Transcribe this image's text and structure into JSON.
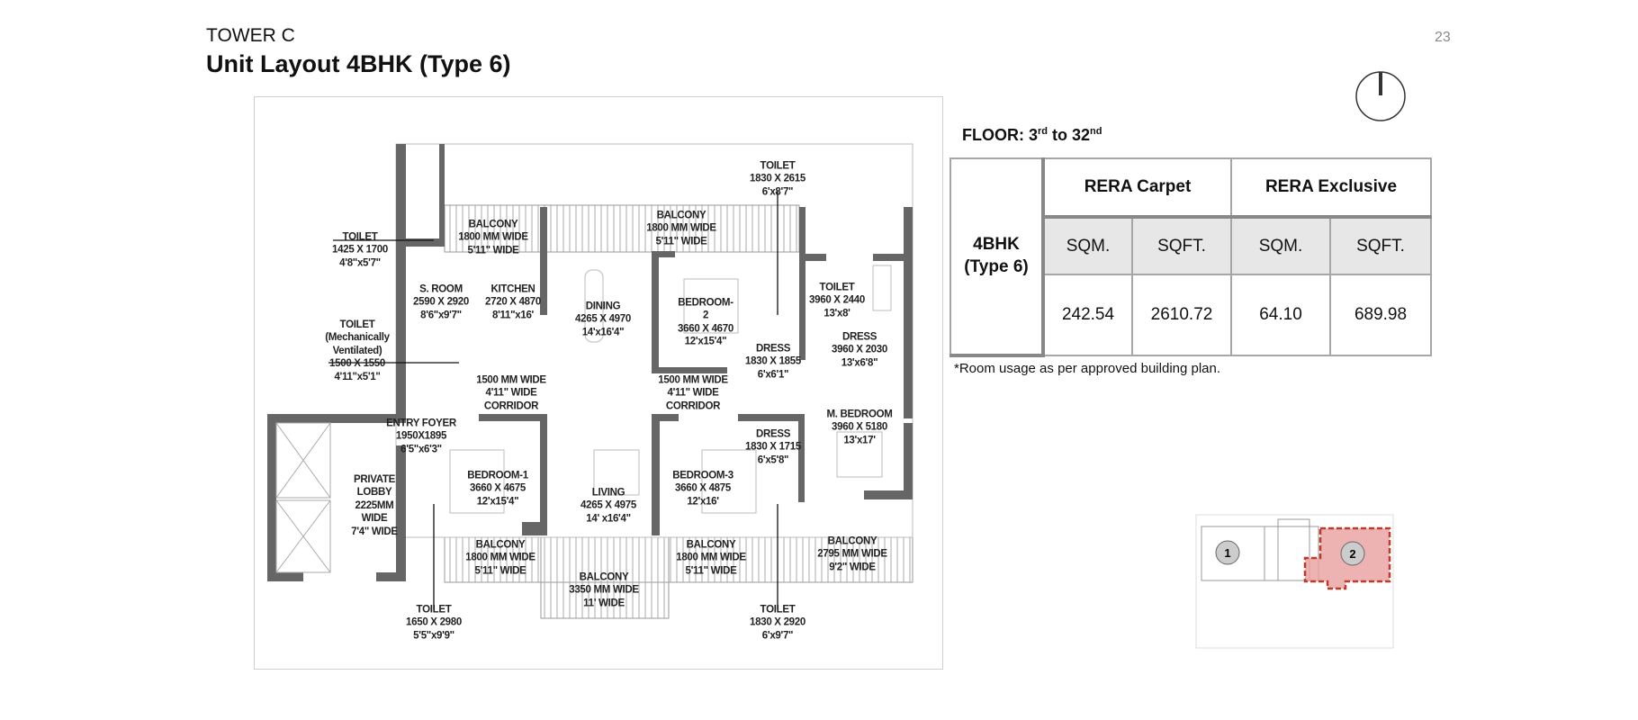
{
  "header": {
    "tower": "TOWER C",
    "title": "Unit Layout 4BHK (Type 6)",
    "page_number": "23"
  },
  "floor": {
    "label": "FLOOR: ",
    "from": "3",
    "from_suffix": "rd",
    "to_word": " to ",
    "to": "32",
    "to_suffix": "nd"
  },
  "area_table": {
    "unit": "4BHK\n(Type 6)",
    "groups": [
      "RERA Carpet",
      "RERA Exclusive"
    ],
    "subheaders": [
      "SQM.",
      "SQFT.",
      "SQM.",
      "SQFT."
    ],
    "values": [
      "242.54",
      "2610.72",
      "64.10",
      "689.98"
    ]
  },
  "note": "*Room usage as per approved building plan.",
  "compass_icon": "north-arrow-icon",
  "plan": {
    "rooms": [
      "TOILET\n1425 X 1700\n4'8\"x5'7\"",
      "BALCONY\n1800 MM WIDE\n5'11\" WIDE",
      "TOILET\n1830 X 2615\n6'x8'7\"",
      "BALCONY\n1800 MM WIDE\n5'11\" WIDE",
      "S. ROOM\n2590 X 2920\n8'6\"x9'7\"",
      "KITCHEN\n2720 X 4870\n8'11\"x16'",
      "DINING\n4265 X 4970\n14'x16'4\"",
      "BEDROOM-\n2\n3660 X 4670\n12'x15'4\"",
      "TOILET\n3960 X 2440\n13'x8'",
      "TOILET\n(Mechanically\nVentilated)\n1500 X 1550\n4'11\"x5'1\"",
      "DRESS\n1830 X 1855\n6'x6'1\"",
      "DRESS\n3960 X 2030\n13'x6'8\"",
      "1500 MM WIDE\n4'11\" WIDE\nCORRIDOR",
      "1500 MM WIDE\n4'11\" WIDE\nCORRIDOR",
      "ENTRY FOYER\n1950X1895\n6'5\"x6'3\"",
      "M. BEDROOM\n3960 X 5180\n13'x17'",
      "DRESS\n1830 X 1715\n6'x5'8\"",
      "PRIVATE\nLOBBY\n2225MM\nWIDE\n7'4\" WIDE",
      "BEDROOM-1\n3660 X 4675\n12'x15'4\"",
      "LIVING\n4265 X 4975\n14' x16'4\"",
      "BEDROOM-3\n3660 X 4875\n12'x16'",
      "BALCONY\n1800 MM WIDE\n5'11\" WIDE",
      "BALCONY\n3350 MM WIDE\n11' WIDE",
      "BALCONY\n1800 MM WIDE\n5'11\" WIDE",
      "BALCONY\n2795 MM WIDE\n9'2\" WIDE",
      "TOILET\n1650 X 2980\n5'5\"x9'9\"",
      "TOILET\n1830 X 2920\n6'x9'7\""
    ]
  },
  "key_plan": {
    "units": [
      "1",
      "2"
    ],
    "highlight_color": "#e8a0a0",
    "highlight_border": "#c0392b"
  }
}
